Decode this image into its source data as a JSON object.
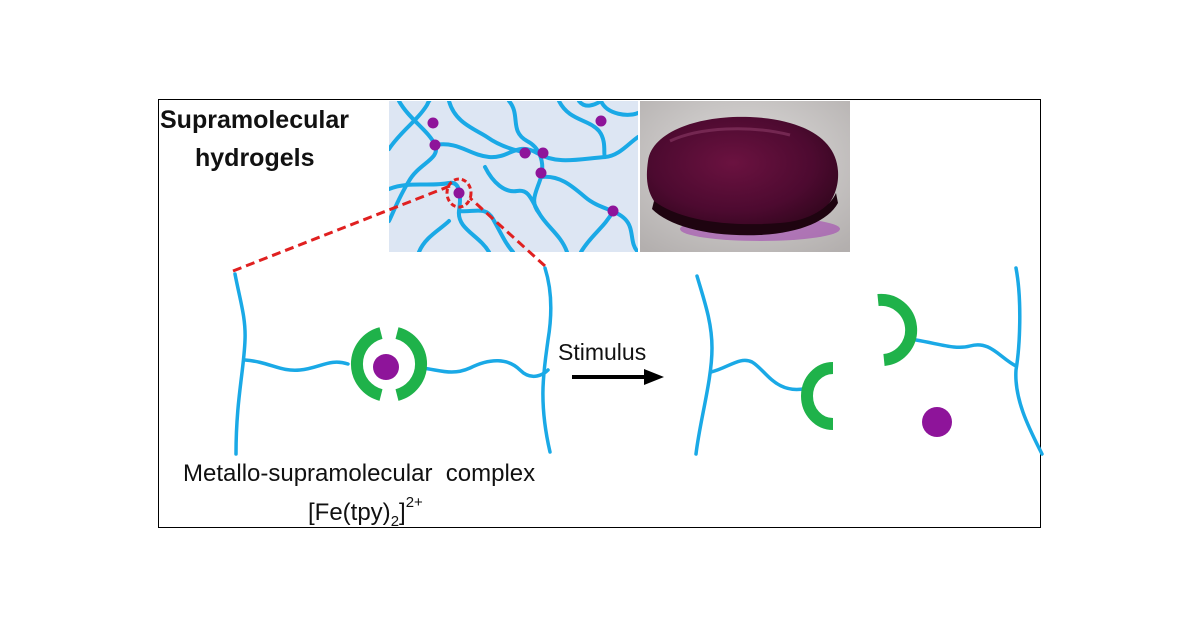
{
  "title": {
    "line1": "Supramolecular",
    "line2": "hydrogels"
  },
  "stimulus_label": "Stimulus",
  "complex_label": "Metallo-supramolecular  complex",
  "formula": {
    "main": "[Fe(tpy)",
    "sub": "2",
    "close": "]",
    "sup": "2+"
  },
  "colors": {
    "polymer": "#1aa9e6",
    "ligand": "#1fb24a",
    "metal": "#8e149a",
    "highlight": "#e02020",
    "network_bg": "#dde6f3",
    "gel": "#4b0a2e"
  }
}
